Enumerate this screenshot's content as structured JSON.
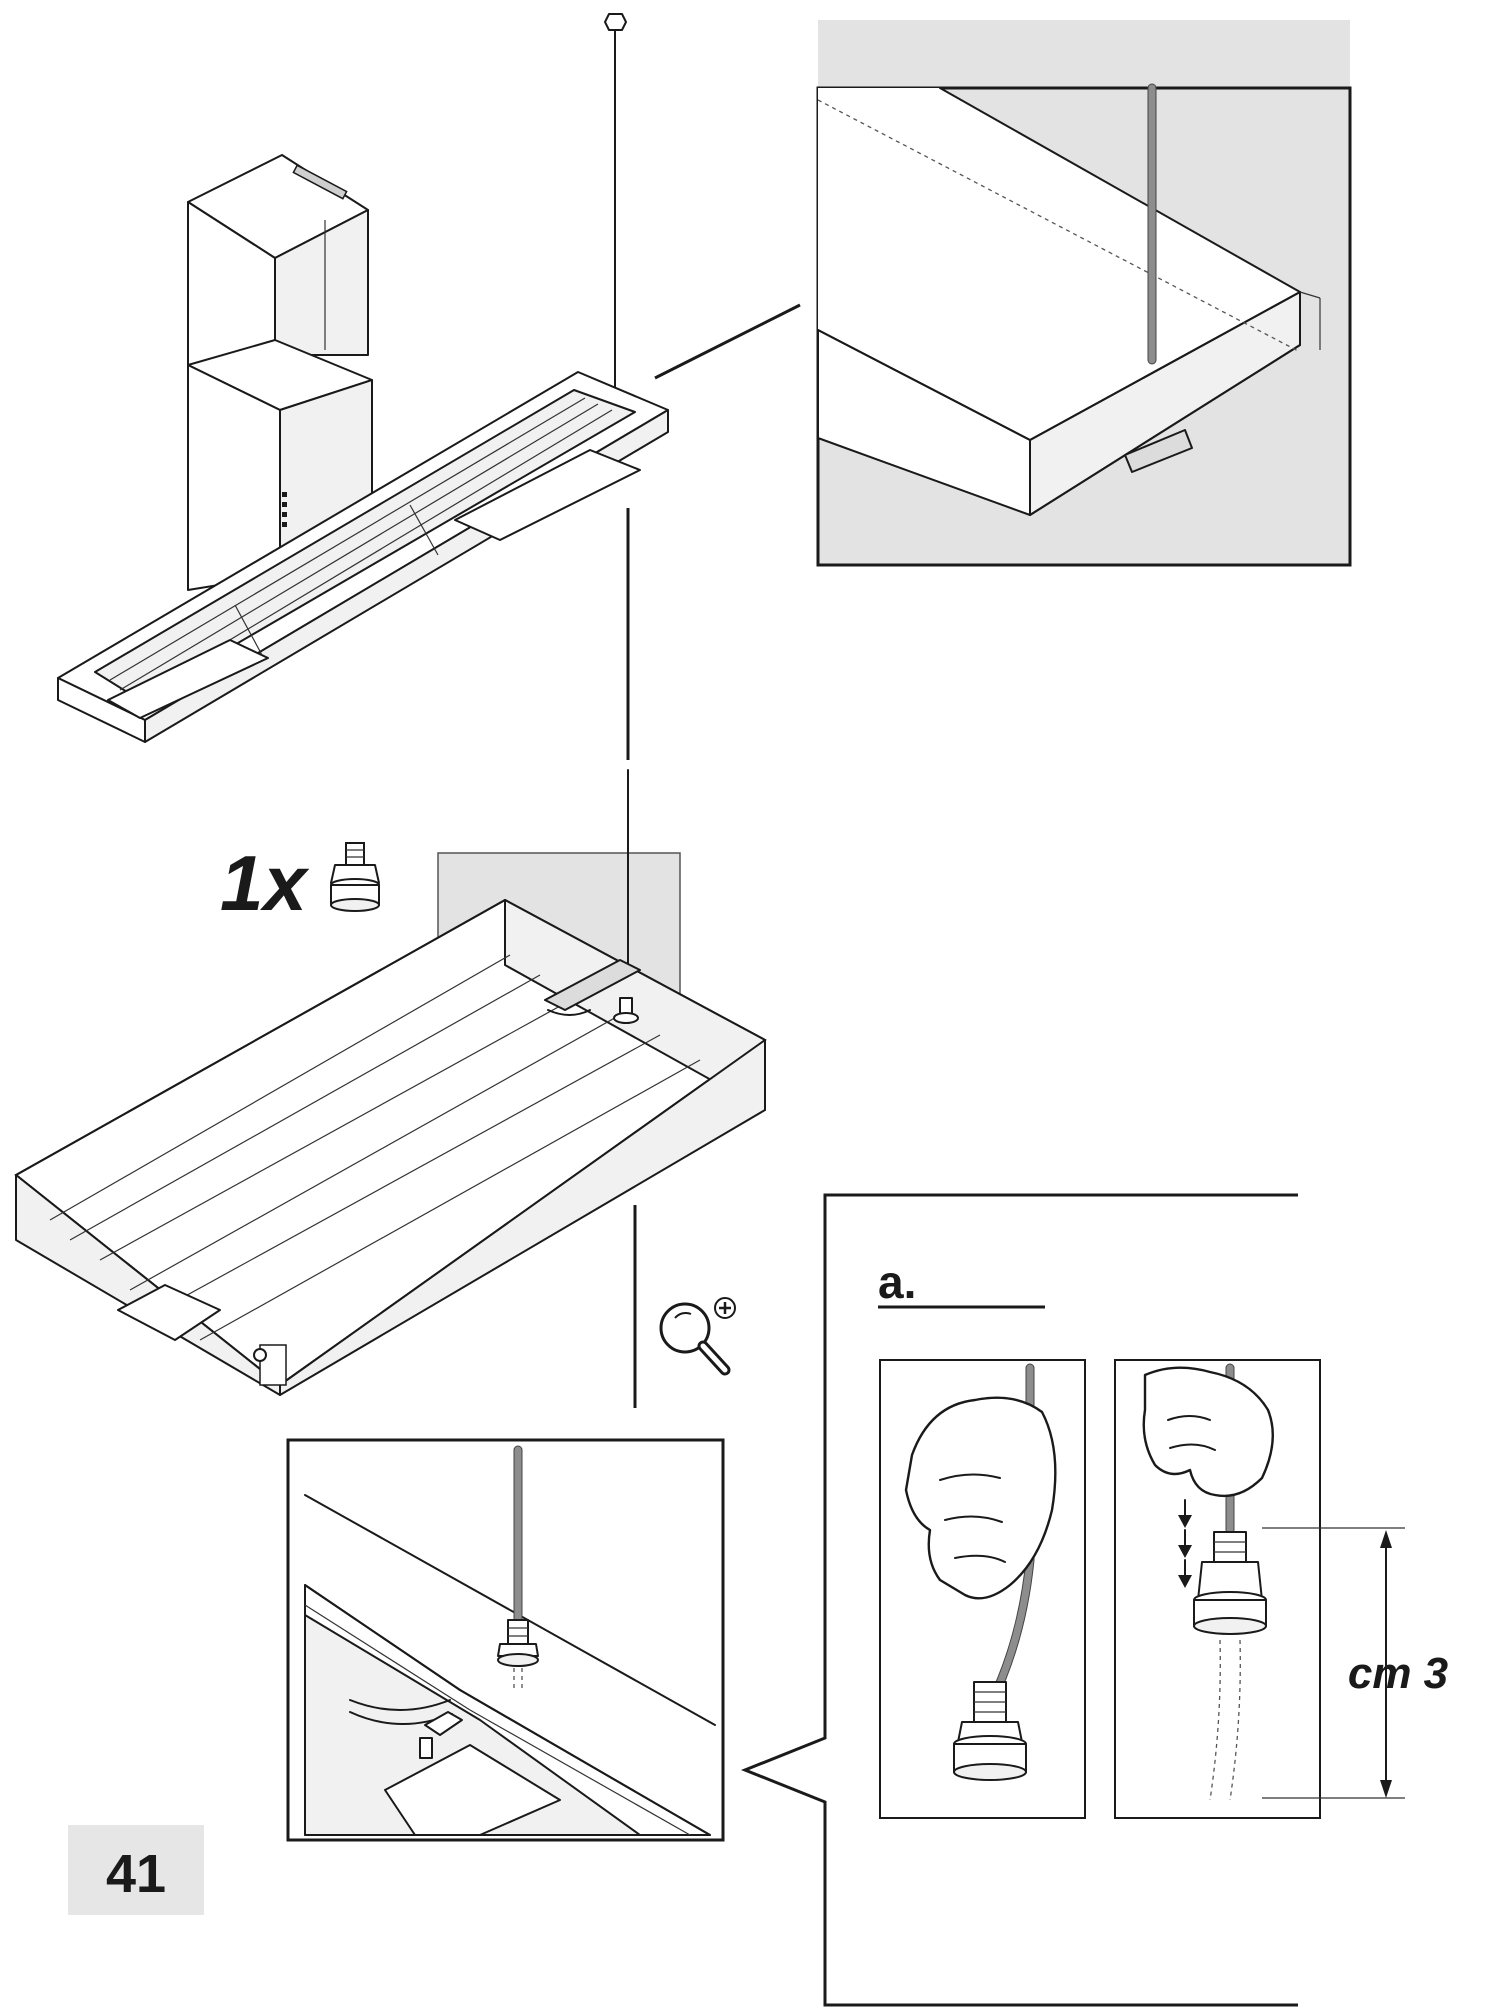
{
  "quantity": {
    "label": "1x",
    "part_icon": "cable-clamp-icon"
  },
  "step": {
    "label": "a."
  },
  "dimension": {
    "label": "cm 3"
  },
  "page_number": "41",
  "icons": {
    "zoom": "magnifier-plus-icon",
    "part": "cable-clamp-icon"
  },
  "colors": {
    "line": "#1a1a1a",
    "highlight": "#e3e3e3",
    "cable": "#8d8d8d",
    "page_badge": "#e6e6e6"
  }
}
